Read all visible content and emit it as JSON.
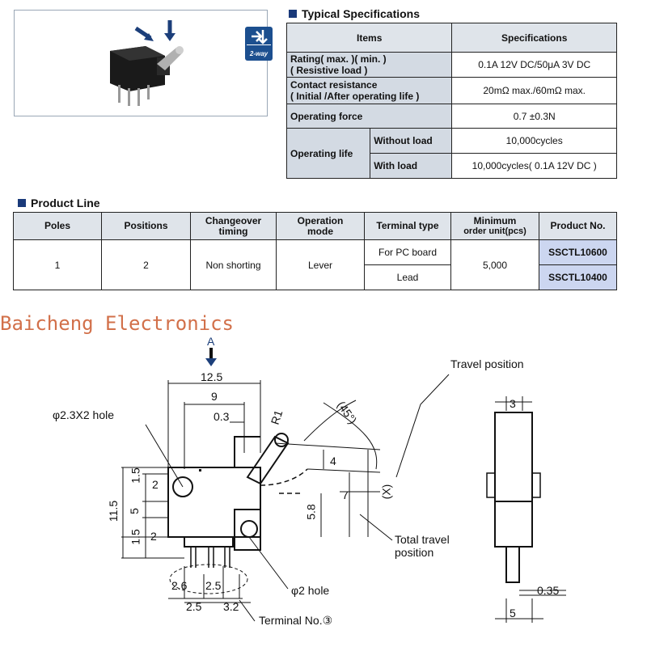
{
  "photo": {
    "badge_label": "2-way",
    "arrows": [
      "arrow-diag-icon",
      "arrow-down-icon"
    ]
  },
  "specs": {
    "title": "Typical Specifications",
    "headers": [
      "Items",
      "Specifications"
    ],
    "rating_label": "Rating( max. )( min. )",
    "rating_sub": "( Resistive load )",
    "rating_value": "0.1A 12V DC/50μA 3V DC",
    "contact_label": "Contact resistance",
    "contact_sub": "( Initial /After operating life )",
    "contact_value": "20mΩ max./60mΩ max.",
    "force_label": "Operating force",
    "force_value": "0.7 ±0.3N",
    "life_label": "Operating life",
    "life_without_label": "Without load",
    "life_without_value": "10,000cycles",
    "life_with_label": "With load",
    "life_with_value": "10,000cycles( 0.1A 12V DC )"
  },
  "product_line": {
    "title": "Product Line",
    "headers": {
      "poles": "Poles",
      "positions": "Positions",
      "changeover_1": "Changeover",
      "changeover_2": "timing",
      "operation_1": "Operation",
      "operation_2": "mode",
      "terminal": "Terminal type",
      "minimum_1": "Minimum",
      "minimum_2": "order unit(pcs)",
      "product_no": "Product No."
    },
    "row": {
      "poles": "1",
      "positions": "2",
      "changeover": "Non shorting",
      "operation": "Lever",
      "terminal_a": "For PC board",
      "terminal_b": "Lead",
      "minimum": "5,000",
      "product_a": "SSCTL10600",
      "product_b": "SSCTL10400"
    }
  },
  "watermark": "Baicheng Electronics",
  "drawing": {
    "arrow_label": "A",
    "dim_12_5": "12.5",
    "dim_9": "9",
    "dim_0_3": "0.3",
    "dim_r1": "R1",
    "dim_45": "(45°)",
    "dim_4": "4",
    "dim_7": "7",
    "dim_x": "(X)",
    "dim_5_8": "5.8",
    "dim_11_5": "11.5",
    "dim_2a": "2",
    "dim_5": "5",
    "dim_1_5a": "1.5",
    "dim_1_5b": "1.5",
    "dim_2b": "2",
    "dim_2_6": "2.6",
    "dim_2_5a": "2.5",
    "dim_2_5b": "2.5",
    "dim_3_2": "3.2",
    "hole1": "φ2.3X2 hole",
    "hole2": "φ2 hole",
    "terminal": "Terminal No.③",
    "travel": "Travel position",
    "total_travel_1": "Total travel",
    "total_travel_2": "position",
    "side_3": "3",
    "side_0_35": "0.35",
    "side_5": "5"
  }
}
